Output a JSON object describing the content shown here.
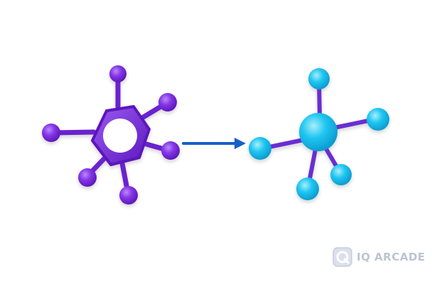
{
  "scene": {
    "left_molecule": {
      "color": "#7b2fe0",
      "highlight": "#a46bf5",
      "bond_color": "#6a22cf",
      "atoms": 6,
      "shape": "hexagonal-ring"
    },
    "arrow": {
      "color": "#1660c8",
      "direction": "right"
    },
    "right_molecule": {
      "atom_color": "#1cc3ef",
      "atom_highlight": "#8fe6fb",
      "bond_color": "#6a2fd0",
      "atoms": 5,
      "shape": "tetrahedral-star"
    }
  },
  "watermark": {
    "text": "IQ ARCADE",
    "icon": "iq-logo-icon",
    "color": "#7a8aa8"
  }
}
